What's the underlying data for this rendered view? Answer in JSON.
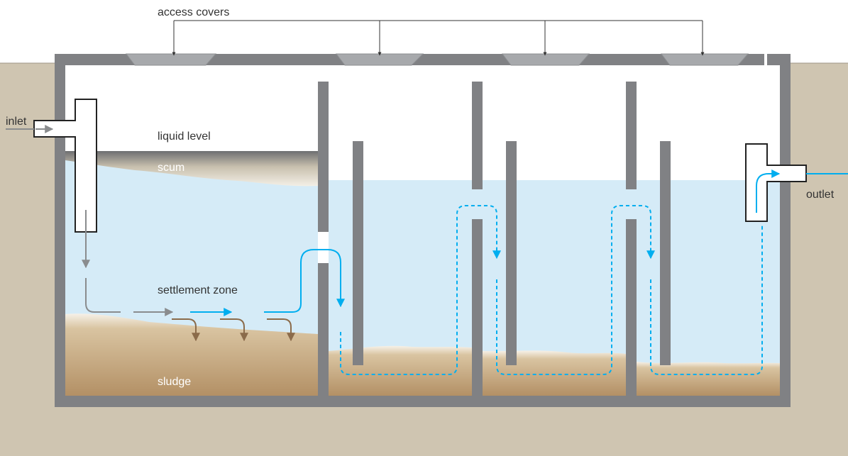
{
  "labels": {
    "access_covers": "access covers",
    "inlet": "inlet",
    "outlet": "outlet",
    "liquid_level": "liquid level",
    "scum": "scum",
    "settlement_zone": "settlement zone",
    "sludge": "sludge"
  },
  "colors": {
    "soil": "#cfc5b1",
    "tank_wall": "#808184",
    "cover": "#a7a9ac",
    "water": "#d5ebf7",
    "sludge": "#b9976a",
    "scum_dark": "#6d6e71",
    "flow_grey": "#8a8c8e",
    "flow_blue": "#00aeef",
    "flow_brown": "#8b6b4a"
  },
  "diagram": {
    "components": [
      "inlet pipe",
      "outlet pipe",
      "access covers",
      "baffle walls",
      "chambers"
    ],
    "flow_paths": [
      "solid grey inflow",
      "solid blue flow",
      "dashed blue flow",
      "brown settling arrows"
    ]
  }
}
